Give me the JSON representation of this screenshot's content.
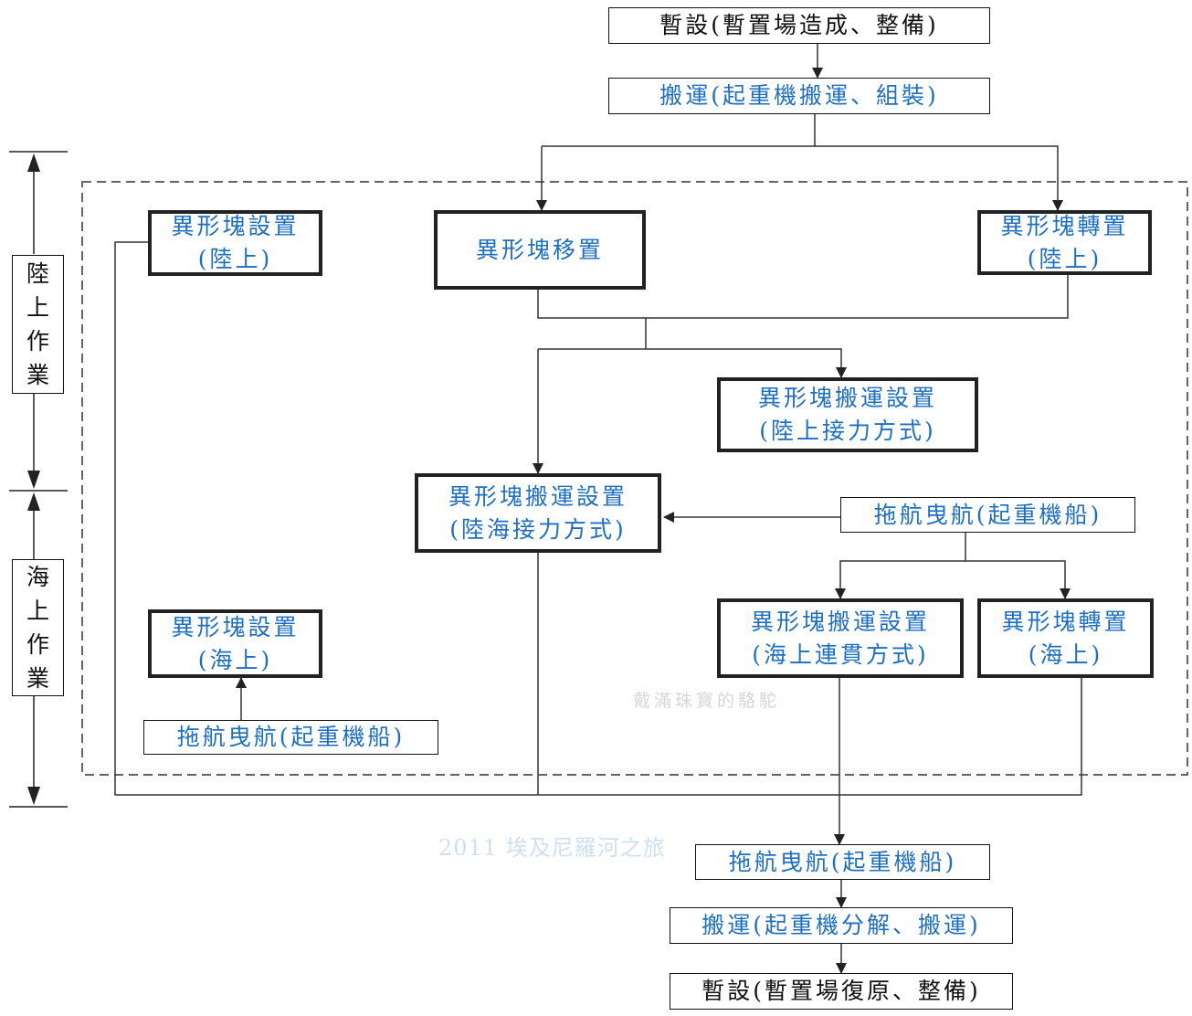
{
  "boxes": {
    "top1": "暫設(暫置場造成、整備)",
    "top2": "搬運(起重機搬運、組裝)",
    "land_set_l1": "異形塊設置",
    "land_set_l2": "(陸上)",
    "move": "異形塊移置",
    "land_turn_l1": "異形塊轉置",
    "land_turn_l2": "(陸上)",
    "land_relay_l1": "異形塊搬運設置",
    "land_relay_l2": "(陸上接力方式)",
    "landsea_l1": "異形塊搬運設置",
    "landsea_l2": "(陸海接力方式)",
    "tug_right": "拖航曳航(起重機船)",
    "sea_set_l1": "異形塊設置",
    "sea_set_l2": "(海上)",
    "tug_left": "拖航曳航(起重機船)",
    "sea_cont_l1": "異形塊搬運設置",
    "sea_cont_l2": "(海上連貫方式)",
    "sea_turn_l1": "異形塊轉置",
    "sea_turn_l2": "(海上)",
    "tug_bottom": "拖航曳航(起重機船)",
    "bottom2": "搬運(起重機分解、搬運)",
    "bottom3": "暫設(暫置場復原、整備)"
  },
  "side_labels": {
    "land": [
      "陸",
      "上",
      "作",
      "業"
    ],
    "sea": [
      "海",
      "上",
      "作",
      "業"
    ]
  },
  "watermarks": {
    "caption": "2011 埃及尼羅河之旅",
    "camel": "戴滿珠寶的駱駝"
  },
  "colors": {
    "text": "#111111",
    "blue_text": "#1f6fc0",
    "line": "#222222"
  }
}
